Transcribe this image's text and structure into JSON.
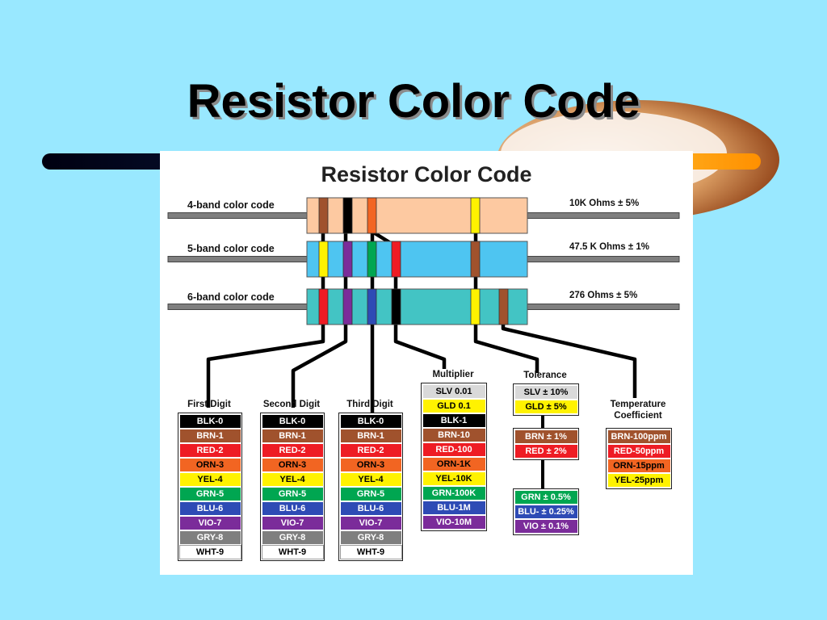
{
  "slide": {
    "title": "Resistor Color Code"
  },
  "diagram": {
    "heading": "Resistor Color Code",
    "rows": [
      {
        "label": "4-band color code",
        "value": "10K Ohms ± 5%"
      },
      {
        "label": "5-band color code",
        "value": "47.5 K Ohms ± 1%"
      },
      {
        "label": "6-band color code",
        "value": "276 Ohms ± 5%"
      }
    ],
    "tables": [
      {
        "title": "First Digit",
        "cells": [
          {
            "text": "BLK-0",
            "bg": "#000000",
            "fg": "#ffffff"
          },
          {
            "text": "BRN-1",
            "bg": "#a0522d",
            "fg": "#ffffff"
          },
          {
            "text": "RED-2",
            "bg": "#ee1c24",
            "fg": "#ffffff"
          },
          {
            "text": "ORN-3",
            "bg": "#f26522",
            "fg": "#000000"
          },
          {
            "text": "YEL-4",
            "bg": "#fff200",
            "fg": "#000000"
          },
          {
            "text": "GRN-5",
            "bg": "#00a651",
            "fg": "#ffffff"
          },
          {
            "text": "BLU-6",
            "bg": "#2e4bb5",
            "fg": "#ffffff"
          },
          {
            "text": "VIO-7",
            "bg": "#7b2c9a",
            "fg": "#ffffff"
          },
          {
            "text": "GRY-8",
            "bg": "#7f7f7f",
            "fg": "#ffffff"
          },
          {
            "text": "WHT-9",
            "bg": "#ffffff",
            "fg": "#000000"
          }
        ]
      },
      {
        "title": "Second Digit",
        "cells": [
          {
            "text": "BLK-0",
            "bg": "#000000",
            "fg": "#ffffff"
          },
          {
            "text": "BRN-1",
            "bg": "#a0522d",
            "fg": "#ffffff"
          },
          {
            "text": "RED-2",
            "bg": "#ee1c24",
            "fg": "#ffffff"
          },
          {
            "text": "ORN-3",
            "bg": "#f26522",
            "fg": "#000000"
          },
          {
            "text": "YEL-4",
            "bg": "#fff200",
            "fg": "#000000"
          },
          {
            "text": "GRN-5",
            "bg": "#00a651",
            "fg": "#ffffff"
          },
          {
            "text": "BLU-6",
            "bg": "#2e4bb5",
            "fg": "#ffffff"
          },
          {
            "text": "VIO-7",
            "bg": "#7b2c9a",
            "fg": "#ffffff"
          },
          {
            "text": "GRY-8",
            "bg": "#7f7f7f",
            "fg": "#ffffff"
          },
          {
            "text": "WHT-9",
            "bg": "#ffffff",
            "fg": "#000000"
          }
        ]
      },
      {
        "title": "Third Digit",
        "cells": [
          {
            "text": "BLK-0",
            "bg": "#000000",
            "fg": "#ffffff"
          },
          {
            "text": "BRN-1",
            "bg": "#a0522d",
            "fg": "#ffffff"
          },
          {
            "text": "RED-2",
            "bg": "#ee1c24",
            "fg": "#ffffff"
          },
          {
            "text": "ORN-3",
            "bg": "#f26522",
            "fg": "#000000"
          },
          {
            "text": "YEL-4",
            "bg": "#fff200",
            "fg": "#000000"
          },
          {
            "text": "GRN-5",
            "bg": "#00a651",
            "fg": "#ffffff"
          },
          {
            "text": "BLU-6",
            "bg": "#2e4bb5",
            "fg": "#ffffff"
          },
          {
            "text": "VIO-7",
            "bg": "#7b2c9a",
            "fg": "#ffffff"
          },
          {
            "text": "GRY-8",
            "bg": "#7f7f7f",
            "fg": "#ffffff"
          },
          {
            "text": "WHT-9",
            "bg": "#ffffff",
            "fg": "#000000"
          }
        ]
      },
      {
        "title": "Multiplier",
        "cells": [
          {
            "text": "SLV 0.01",
            "bg": "#d9d9d9",
            "fg": "#000000"
          },
          {
            "text": "GLD 0.1",
            "bg": "#fff200",
            "fg": "#000000"
          },
          {
            "text": "BLK-1",
            "bg": "#000000",
            "fg": "#ffffff"
          },
          {
            "text": "BRN-10",
            "bg": "#a0522d",
            "fg": "#ffffff"
          },
          {
            "text": "RED-100",
            "bg": "#ee1c24",
            "fg": "#ffffff"
          },
          {
            "text": "ORN-1K",
            "bg": "#f26522",
            "fg": "#000000"
          },
          {
            "text": "YEL-10K",
            "bg": "#fff200",
            "fg": "#000000"
          },
          {
            "text": "GRN-100K",
            "bg": "#00a651",
            "fg": "#ffffff"
          },
          {
            "text": "BLU-1M",
            "bg": "#2e4bb5",
            "fg": "#ffffff"
          },
          {
            "text": "VIO-10M",
            "bg": "#7b2c9a",
            "fg": "#ffffff"
          }
        ]
      },
      {
        "title": "Tolerance",
        "groups": [
          [
            {
              "text": "SLV ± 10%",
              "bg": "#d9d9d9",
              "fg": "#000000"
            },
            {
              "text": "GLD ±  5%",
              "bg": "#fff200",
              "fg": "#000000"
            }
          ],
          [
            {
              "text": "BRN ± 1%",
              "bg": "#a0522d",
              "fg": "#ffffff"
            },
            {
              "text": "RED ± 2%",
              "bg": "#ee1c24",
              "fg": "#ffffff"
            }
          ],
          [
            {
              "text": "GRN ± 0.5%",
              "bg": "#00a651",
              "fg": "#ffffff"
            },
            {
              "text": "BLU- ± 0.25%",
              "bg": "#2e4bb5",
              "fg": "#ffffff"
            },
            {
              "text": "VIO ± 0.1%",
              "bg": "#7b2c9a",
              "fg": "#ffffff"
            }
          ]
        ]
      },
      {
        "title": "Temperature\nCoefficient",
        "cells": [
          {
            "text": "BRN-100ppm",
            "bg": "#a0522d",
            "fg": "#ffffff"
          },
          {
            "text": "RED-50ppm",
            "bg": "#ee1c24",
            "fg": "#ffffff"
          },
          {
            "text": "ORN-15ppm",
            "bg": "#f26522",
            "fg": "#000000"
          },
          {
            "text": "YEL-25ppm",
            "bg": "#fff200",
            "fg": "#000000"
          }
        ]
      }
    ],
    "colors": {
      "background": "#99e8ff",
      "resistor_4band": "#fdc9a1",
      "resistor_5band": "#4ec5f1",
      "resistor_6band": "#43c4c4",
      "lead": "#7f7f7f"
    }
  }
}
